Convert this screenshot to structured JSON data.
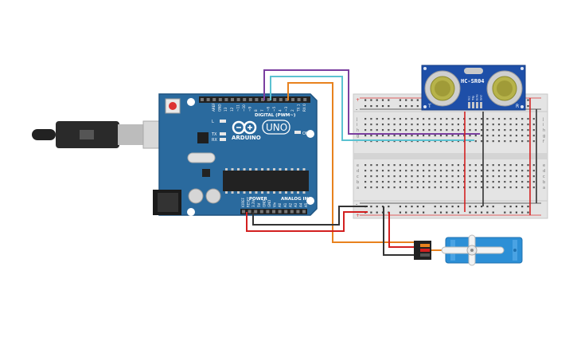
{
  "arduino": {
    "brand": "ARDUINO",
    "model": "UNO",
    "digital_label": "DIGITAL (PWM~)",
    "power_label": "POWER",
    "analog_label": "ANALOG IN",
    "aref_label": "AREF",
    "gnd_label": "GND",
    "on_label": "ON",
    "tx_label": "TX",
    "rx_label": "RX",
    "l_label": "L",
    "digital_pins": [
      "13",
      "12",
      "~11",
      "~10",
      "~9",
      "8",
      "7",
      "~6",
      "~5",
      "4",
      "~3",
      "2",
      "TX 1",
      "RX 0"
    ],
    "power_pins": [
      "IOREF",
      "RESET",
      "3.3V",
      "5V",
      "GND",
      "GND",
      "Vin"
    ],
    "analog_pins": [
      "A0",
      "A1",
      "A2",
      "A3",
      "A4",
      "A5"
    ]
  },
  "sensor": {
    "model": "HC-SR04",
    "corner_left": "T",
    "corner_right": "R",
    "pins": [
      "Vcc",
      "Trig",
      "Echo",
      "Gnd"
    ]
  },
  "breadboard": {
    "row_letters_top": [
      "j",
      "i",
      "h",
      "g",
      "f"
    ],
    "row_letters_bottom": [
      "e",
      "d",
      "c",
      "b",
      "a"
    ],
    "rail_plus": "+",
    "rail_minus": "-"
  },
  "wires": [
    {
      "name": "wire-trig",
      "color": "#7b3fa0"
    },
    {
      "name": "wire-echo",
      "color": "#5bc2d1"
    },
    {
      "name": "wire-servo-signal",
      "color": "#e8821e"
    },
    {
      "name": "wire-5v",
      "color": "#d32020"
    },
    {
      "name": "wire-gnd",
      "color": "#333333"
    }
  ],
  "colors": {
    "board": "#2a6a9e",
    "board_dark": "#1e5380",
    "breadboard": "#e4e4e4",
    "sensor": "#1e4fa8",
    "servo": "#2c8fd6"
  }
}
